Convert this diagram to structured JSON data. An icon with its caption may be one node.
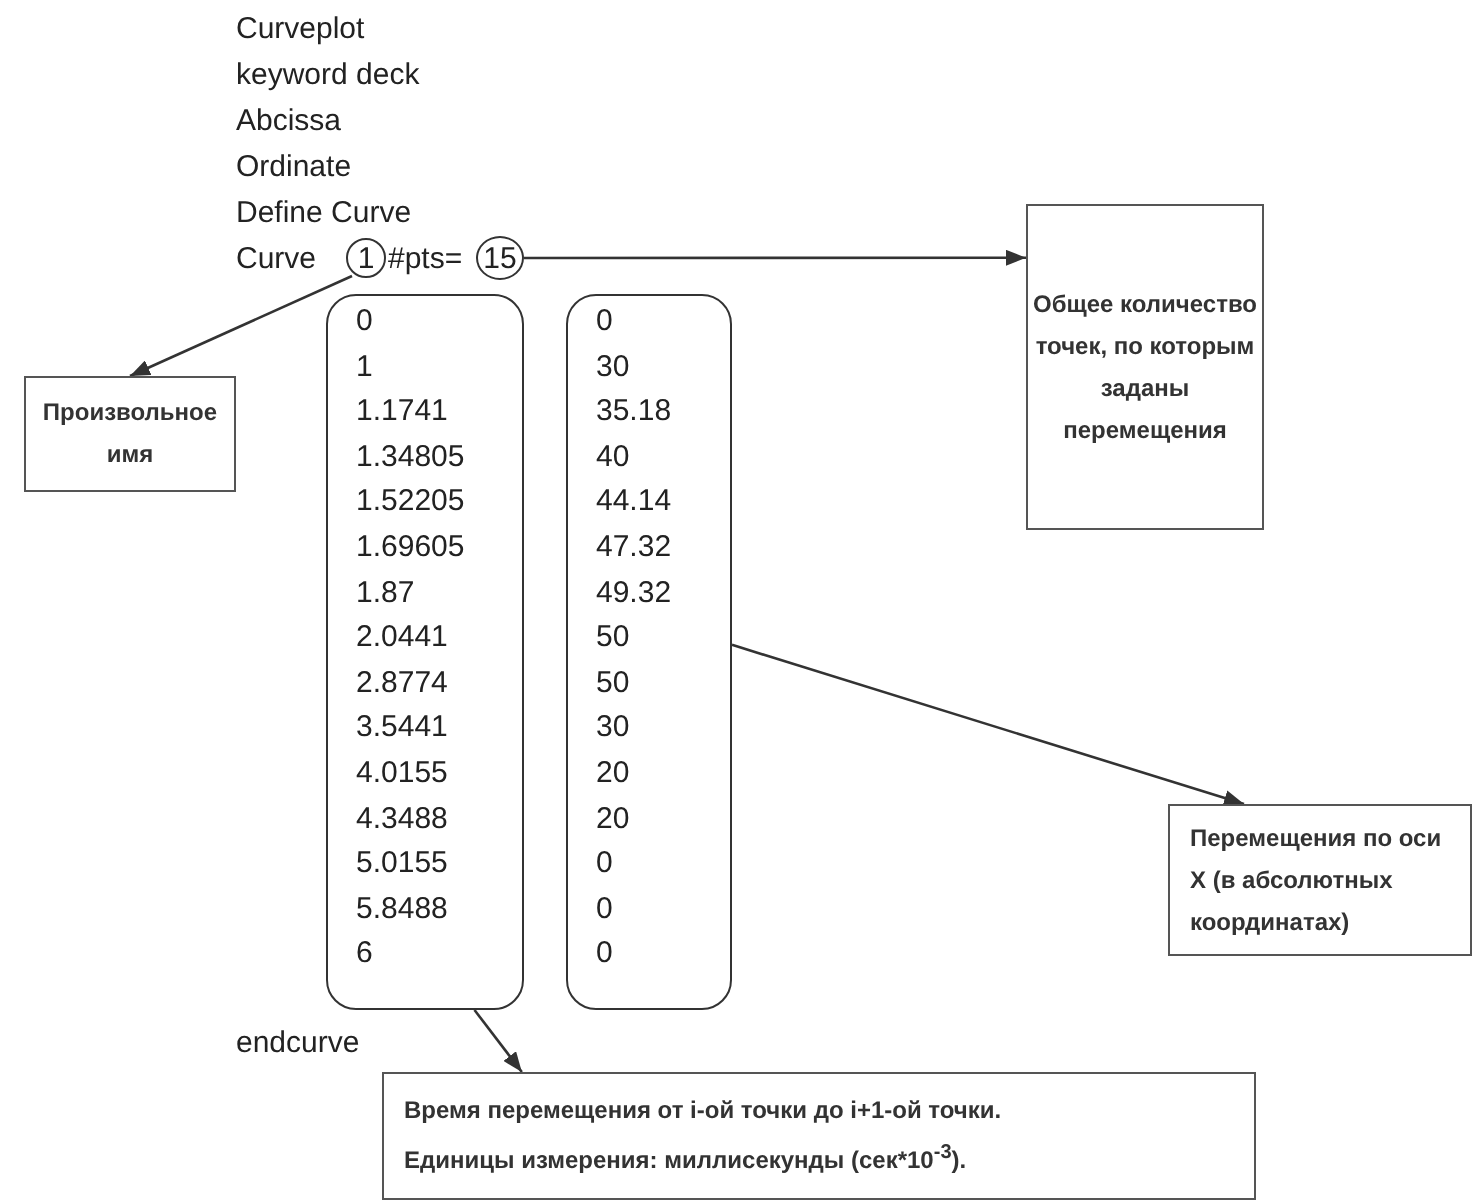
{
  "diagram": {
    "nodes": [
      {
        "text": [
          "1"
        ]
      },
      {
        "text": [
          "15"
        ]
      },
      {
        "text": [
          "0",
          "1",
          "1.1741",
          "1.34805",
          "1.52205",
          "1.69605",
          "1.87",
          "2.0441",
          "2.8774",
          "3.5441",
          "4.0155",
          "4.3488",
          "5.0155",
          "5.8488",
          "6"
        ]
      },
      {
        "text": [
          "0",
          "30",
          "35.18",
          "40",
          "44.14",
          "47.32",
          "49.32",
          "50",
          "50",
          "30",
          "20",
          "20",
          "0",
          "0",
          "0"
        ]
      },
      {
        "text": [
          "Произвольное имя"
        ]
      },
      {
        "text": [
          "Общее количество точек, по которым заданы перемещения"
        ]
      },
      {
        "text": [
          "Перемещения по оси X (в абсолютных координатах)"
        ]
      },
      {
        "text": [
          "Время перемещения от i-ой точки до i+1-ой точки.",
          "Единицы измерения:  миллисекунды (сек*10$^{-3}$)."
        ]
      }
    ],
    "edges": [
      {
        "from": 0,
        "to": 4,
        "arrow": "to"
      },
      {
        "from": 1,
        "to": 5,
        "arrow": "to"
      },
      {
        "from": 3,
        "to": 6,
        "arrow": "to"
      },
      {
        "from": 2,
        "to": 7,
        "arrow": "to"
      }
    ],
    "labels": [
      "Curveplot",
      "keyword deck",
      "Abcissa",
      "Ordinate",
      "Define Curve",
      "Curve",
      "#pts=",
      "endcurve"
    ]
  }
}
